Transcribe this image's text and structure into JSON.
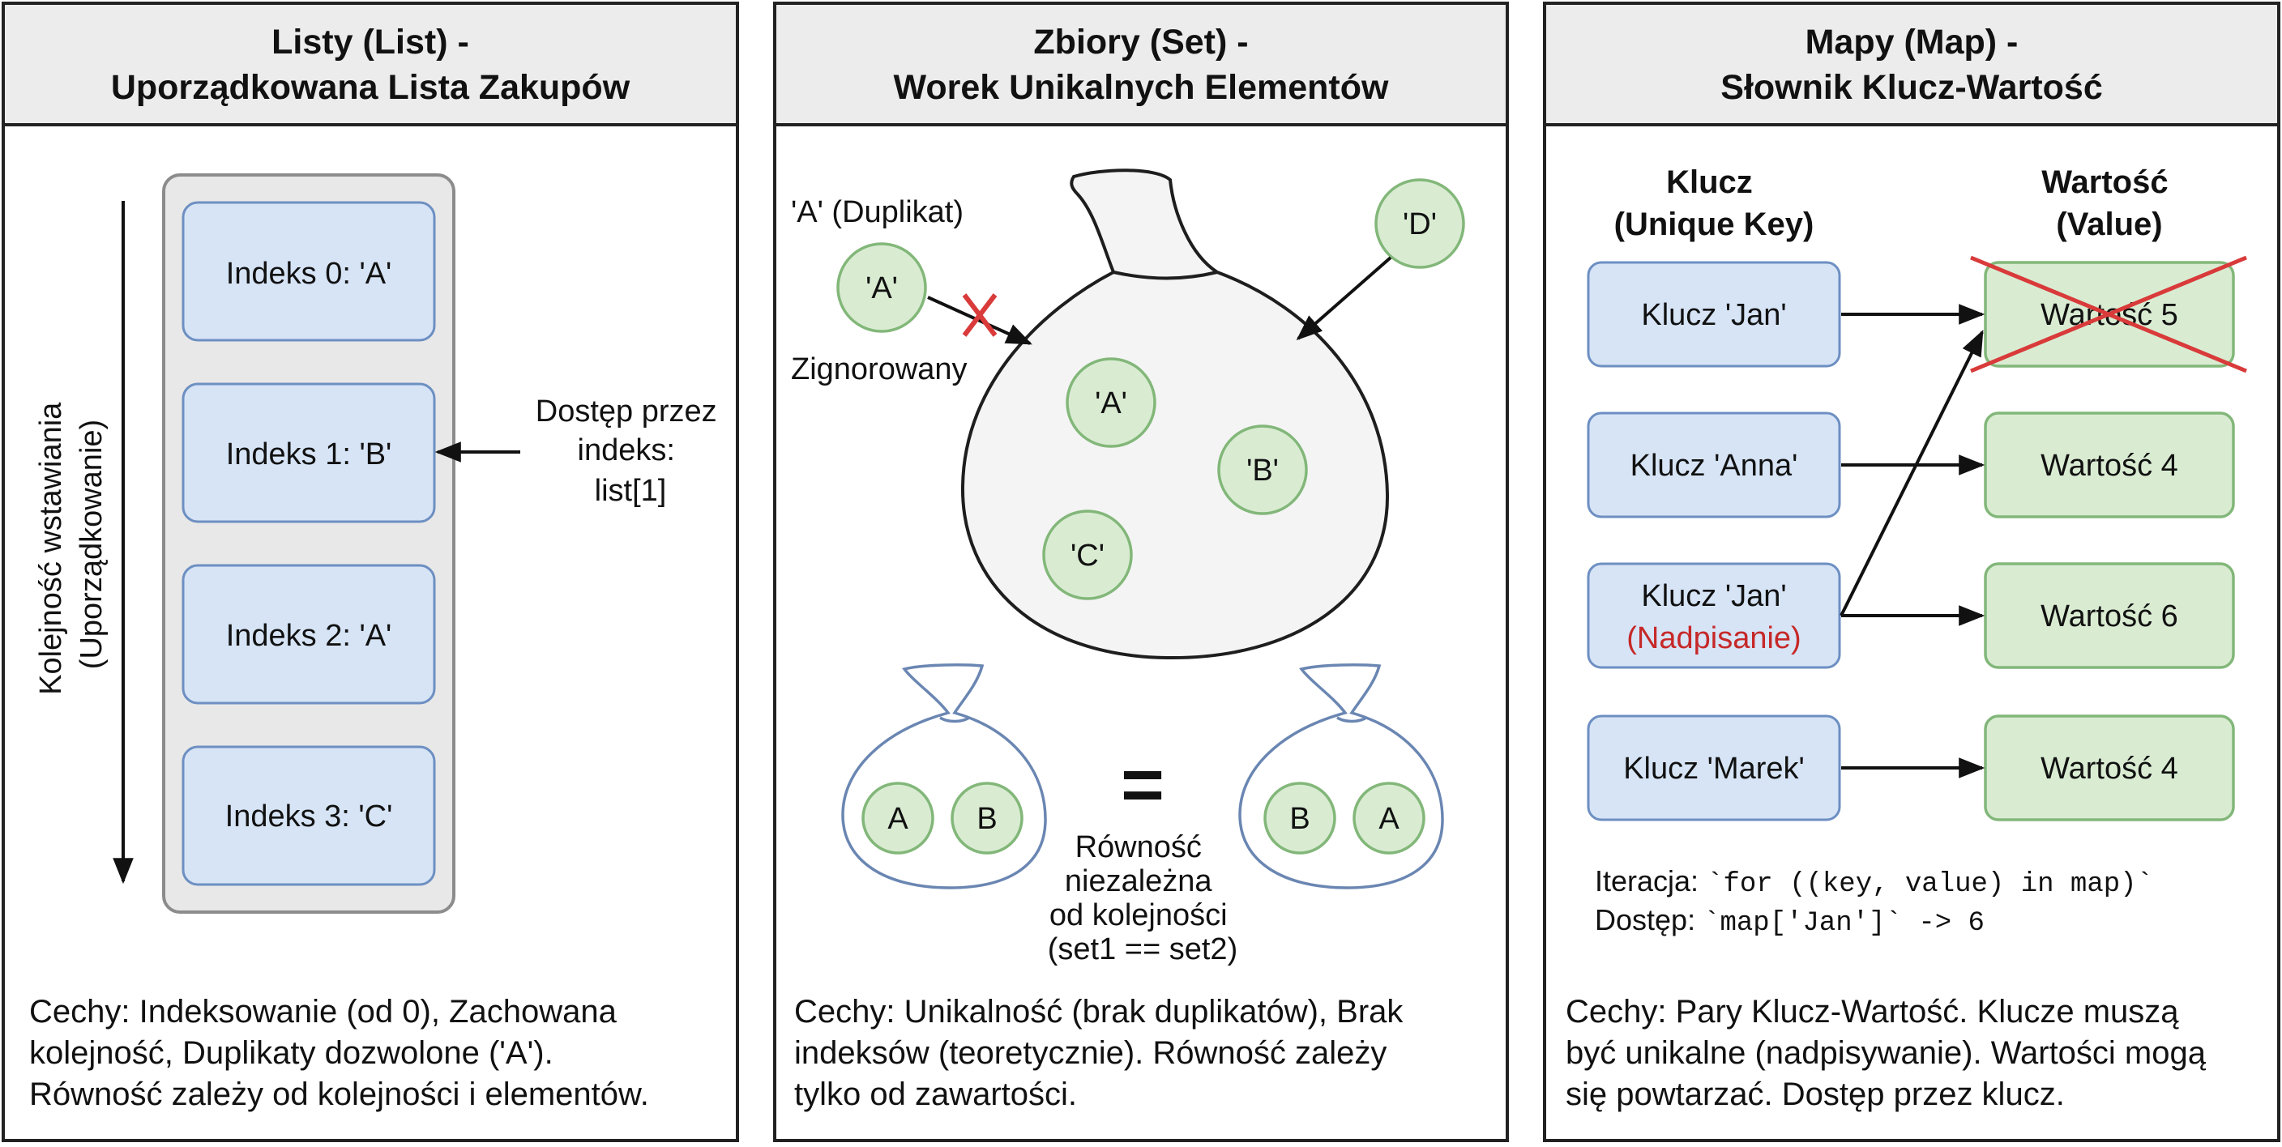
{
  "panels": {
    "list": {
      "title_line1": "Listy (List) -",
      "title_line2": "Uporządkowana Lista Zakupów",
      "axis_line1": "Kolejność wstawiania",
      "axis_line2": "(Uporządkowanie)",
      "items": [
        "Indeks 0: 'A'",
        "Indeks 1: 'B'",
        "Indeks 2: 'A'",
        "Indeks 3: 'C'"
      ],
      "access_line1": "Dostęp przez",
      "access_line2": "indeks:",
      "access_line3": "list[1]",
      "features_line1": "Cechy: Indeksowanie (od 0), Zachowana",
      "features_line2": "kolejność, Duplikaty dozwolone ('A').",
      "features_line3": "Równość zależy od kolejności i elementów."
    },
    "set": {
      "title_line1": "Zbiory (Set) -",
      "title_line2": "Worek Unikalnych Elementów",
      "duplicate_label": "'A' (Duplikat)",
      "duplicate_element": "'A'",
      "ignored_label": "Zignorowany",
      "new_element": "'D'",
      "bag_elements": [
        "'A'",
        "'B'",
        "'C'"
      ],
      "bag1_elements": [
        "A",
        "B"
      ],
      "bag2_elements": [
        "B",
        "A"
      ],
      "equals_sign": "=",
      "equality_line1": "Równość",
      "equality_line2": "niezależna",
      "equality_line3": "od kolejności",
      "equality_line4": "(set1 == set2)",
      "features_line1": "Cechy: Unikalność (brak duplikatów), Brak",
      "features_line2": "indeksów (teoretycznie). Równość zależy",
      "features_line3": "tylko od zawartości."
    },
    "map": {
      "title_line1": "Mapy (Map) -",
      "title_line2": "Słownik Klucz-Wartość",
      "key_header_line1": "Klucz",
      "key_header_line2": "(Unique Key)",
      "value_header_line1": "Wartość",
      "value_header_line2": "(Value)",
      "keys": [
        "Klucz 'Jan'",
        "Klucz 'Anna'",
        "Klucz 'Jan'",
        "Klucz 'Marek'"
      ],
      "overwrite_note": "(Nadpisanie)",
      "values": [
        "Wartość 5",
        "Wartość 4",
        "Wartość 6",
        "Wartość 4"
      ],
      "iteration_prefix": "Iteracja: ",
      "iteration_code": "`for ((key, value) in map)`",
      "access_prefix": "Dostęp: ",
      "access_code": "`map['Jan']` -> 6",
      "features_line1": "Cechy: Pary Klucz-Wartość. Klucze muszą",
      "features_line2": "być unikalne (nadpisywanie). Wartości mogą",
      "features_line3": "się powtarzać. Dostęp przez klucz."
    }
  },
  "colors": {
    "header_bg": "#ececec",
    "blue_box": "#d6e4f6",
    "green_box": "#d9ecd2",
    "cross_red": "#d93a3a",
    "overwrite_text": "#c62828"
  }
}
